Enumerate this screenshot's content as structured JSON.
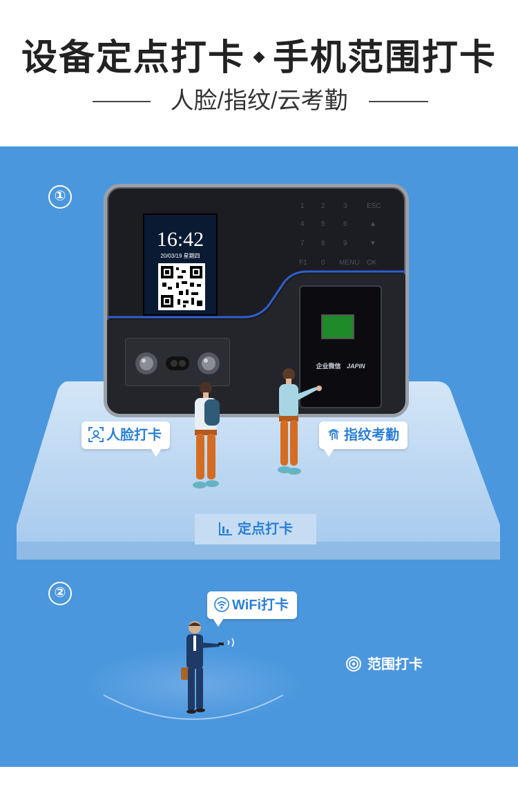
{
  "header": {
    "title_left": "设备定点打卡",
    "title_right": "手机范围打卡",
    "subtitle": "人脸/指纹/云考勤"
  },
  "sections": [
    {
      "number": "①"
    },
    {
      "number": "②"
    }
  ],
  "device": {
    "screen_time": "16:42",
    "screen_date": "20/03/19  星期四",
    "keys": [
      "1",
      "2",
      "3",
      "ESC",
      "4",
      "5",
      "6",
      "▲",
      "7",
      "8",
      "9",
      "▼",
      "F1",
      "0",
      "MENU",
      "OK"
    ],
    "brand_label": "企业微信",
    "brand_name": "JAPIN"
  },
  "labels": {
    "face": "人脸打卡",
    "fingerprint": "指纹考勤",
    "fixed_point": "定点打卡",
    "wifi": "WiFi打卡",
    "range": "范围打卡"
  },
  "icons": {
    "face": "face-scan-icon",
    "fingerprint": "fingerprint-icon",
    "fixed_point": "pin-chart-icon",
    "wifi": "wifi-icon",
    "range": "target-icon"
  },
  "colors": {
    "background_blue": "#4b97de",
    "accent_blue": "#2a7fd6",
    "text_dark": "#222222"
  }
}
